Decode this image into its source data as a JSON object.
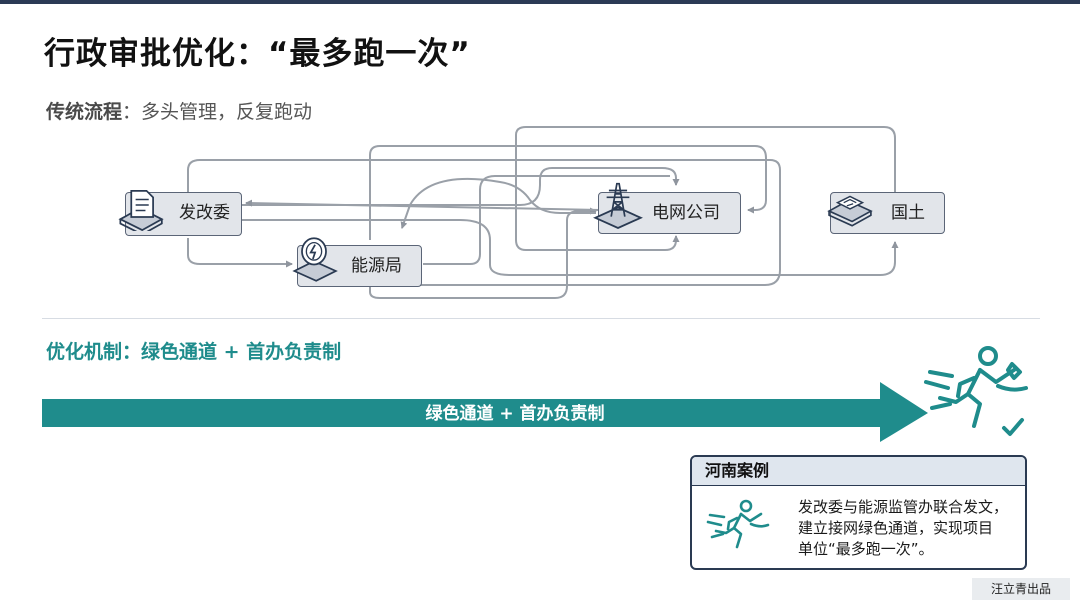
{
  "title": "行政审批优化：“最多跑一次”",
  "traditional": {
    "label_bold": "传统流程",
    "label_rest": "：多头管理，反复跑动",
    "nodes": [
      "发改委",
      "能源局",
      "电网公司",
      "国土"
    ]
  },
  "optimization": {
    "label": "优化机制：绿色通道 + 首办负责制",
    "arrow_text": "绿色通道 + 首办负责制"
  },
  "case": {
    "header": "河南案例",
    "lines": [
      "发改委与能源监管办联合发文，",
      "建立接网绿色通道，实现项目",
      "单位“最多跑一次”。"
    ]
  },
  "credit": "汪立青出品",
  "colors": {
    "teal": "#1f8c8c",
    "navy": "#2a3a52",
    "node_fill": "#e2e5ea",
    "flow_line": "#8f959e"
  },
  "icons": [
    "document-desk-icon",
    "energy-coin-icon",
    "power-tower-icon",
    "land-map-icon",
    "runner-icon"
  ]
}
